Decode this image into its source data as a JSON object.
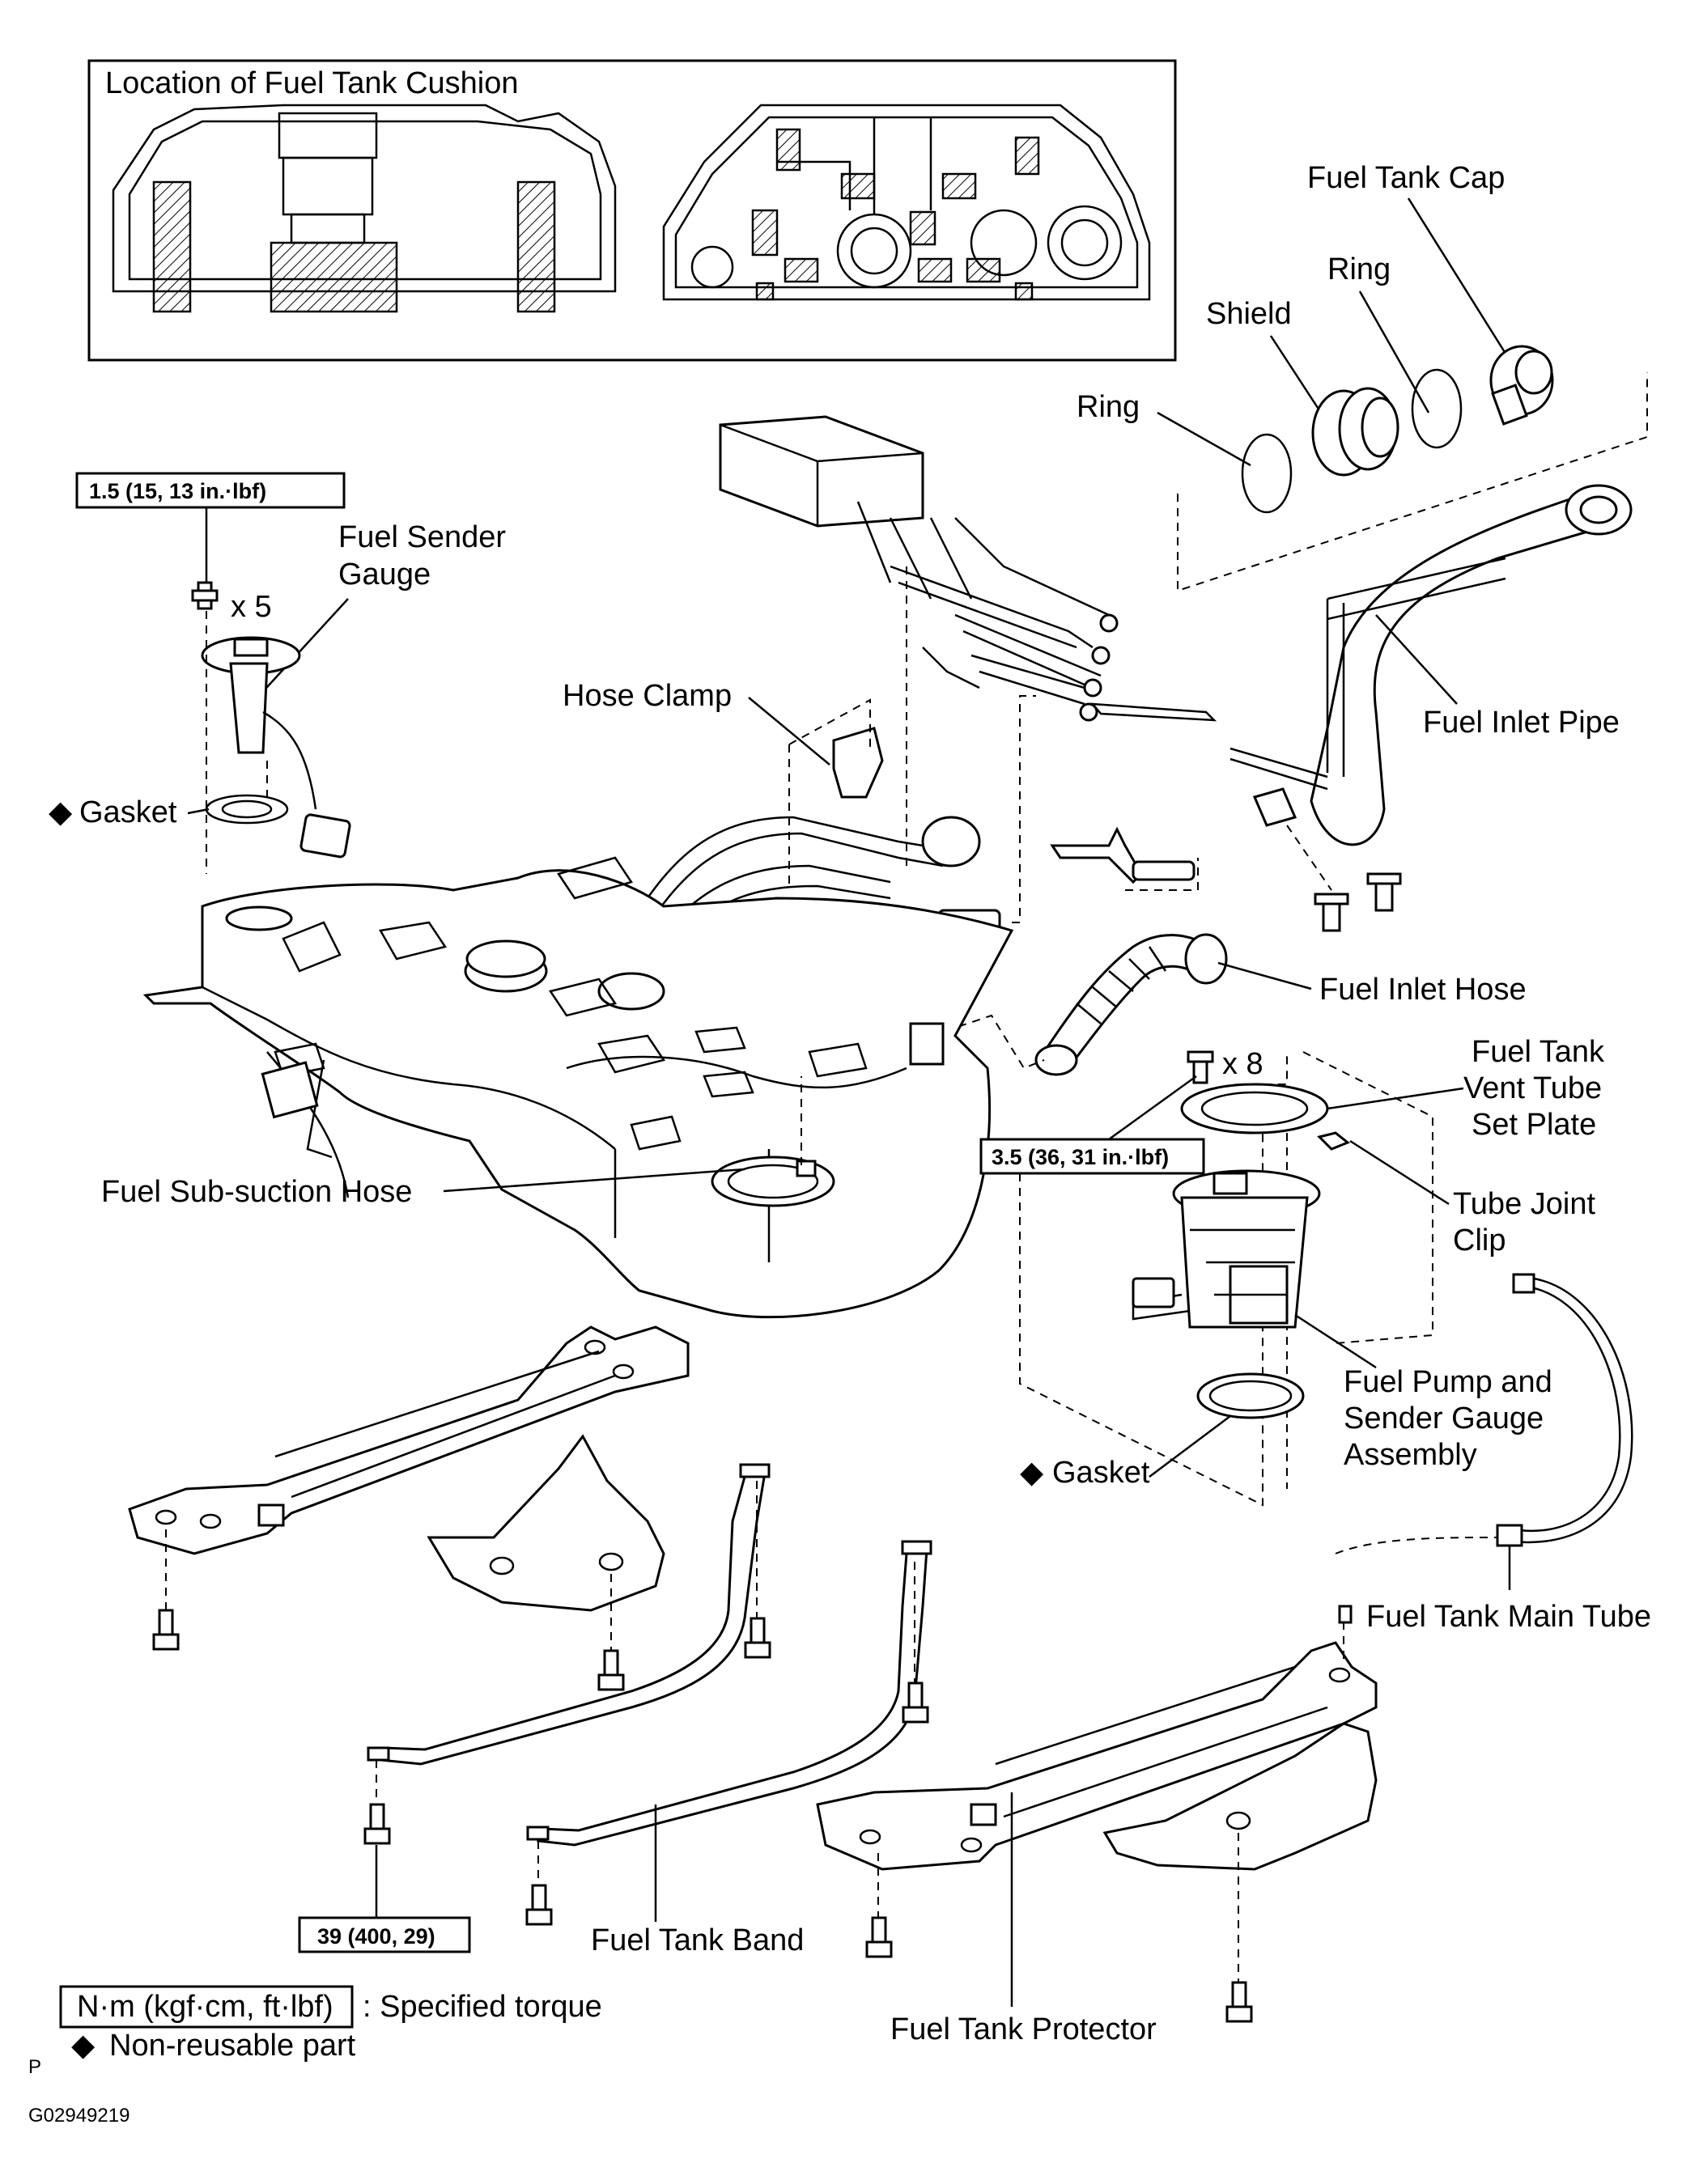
{
  "inset": {
    "title": "Location of Fuel Tank Cushion"
  },
  "labels": {
    "fuel_tank_cap": "Fuel Tank Cap",
    "ring_upper": "Ring",
    "shield": "Shield",
    "ring_lower": "Ring",
    "fuel_sender_gauge_1": "Fuel Sender",
    "fuel_sender_gauge_2": "Gauge",
    "bolt_count_sender": "x 5",
    "hose_clamp": "Hose Clamp",
    "fuel_inlet_pipe": "Fuel Inlet Pipe",
    "gasket_upper": "Gasket",
    "fuel_inlet_hose": "Fuel Inlet Hose",
    "bolt_count_pump": "x 8",
    "vent_tube_1": "Fuel Tank",
    "vent_tube_2": "Vent Tube",
    "vent_tube_3": "Set Plate",
    "tube_joint_clip_1": "Tube Joint",
    "tube_joint_clip_2": "Clip",
    "fuel_sub_suction_hose": "Fuel Sub-suction Hose",
    "pump_assembly_1": "Fuel Pump and",
    "pump_assembly_2": "Sender Gauge",
    "pump_assembly_3": "Assembly",
    "gasket_lower": "Gasket",
    "fuel_tank_main_tube": "Fuel Tank Main Tube",
    "fuel_tank_band": "Fuel Tank Band",
    "fuel_tank_protector": "Fuel Tank Protector"
  },
  "torque": {
    "sender_gauge": "1.5 (15, 13 in.·lbf)",
    "pump_plate": "3.5 (36, 31 in.·lbf)",
    "band": "39 (400, 29)"
  },
  "legend": {
    "unit_box": "N·m (kgf·cm, ft·lbf)",
    "unit_desc": ": Specified torque",
    "nonreusable": "Non-reusable part",
    "diamond_symbol": "◆"
  },
  "footer": {
    "page_mark": "P",
    "figure_id": "G02949219"
  }
}
